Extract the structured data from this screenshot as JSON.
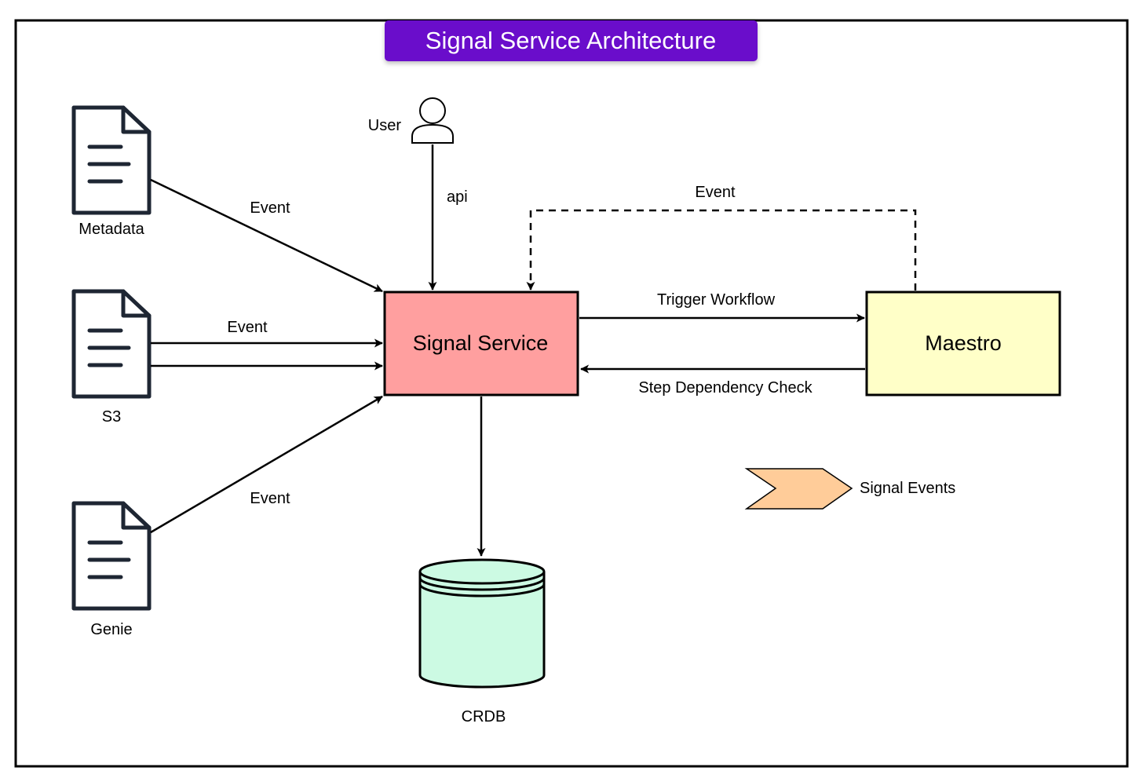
{
  "title": "Signal Service Architecture",
  "colors": {
    "title_bg": "#6a0dcb",
    "signal_service_fill": "#ff9f9f",
    "maestro_fill": "#ffffc8",
    "crdb_fill": "#ccfae3",
    "legend_fill": "#ffcc99",
    "doc_stroke": "#1e2633"
  },
  "sources": [
    {
      "name": "Metadata",
      "icon": "document-icon",
      "edge_label": "Event"
    },
    {
      "name": "S3",
      "icon": "document-icon",
      "edge_label": "Event"
    },
    {
      "name": "Genie",
      "icon": "document-icon",
      "edge_label": "Event"
    }
  ],
  "user": {
    "label": "User",
    "icon": "user-icon",
    "edge_label": "api"
  },
  "signal_service": {
    "label": "Signal Service"
  },
  "maestro": {
    "label": "Maestro"
  },
  "crdb": {
    "label": "CRDB",
    "icon": "database-icon"
  },
  "edges": {
    "trigger_workflow": "Trigger Workflow",
    "step_dependency_check": "Step Dependency Check",
    "maestro_event": "Event"
  },
  "legend": {
    "label": "Signal Events",
    "icon": "chevron-shape-icon"
  }
}
